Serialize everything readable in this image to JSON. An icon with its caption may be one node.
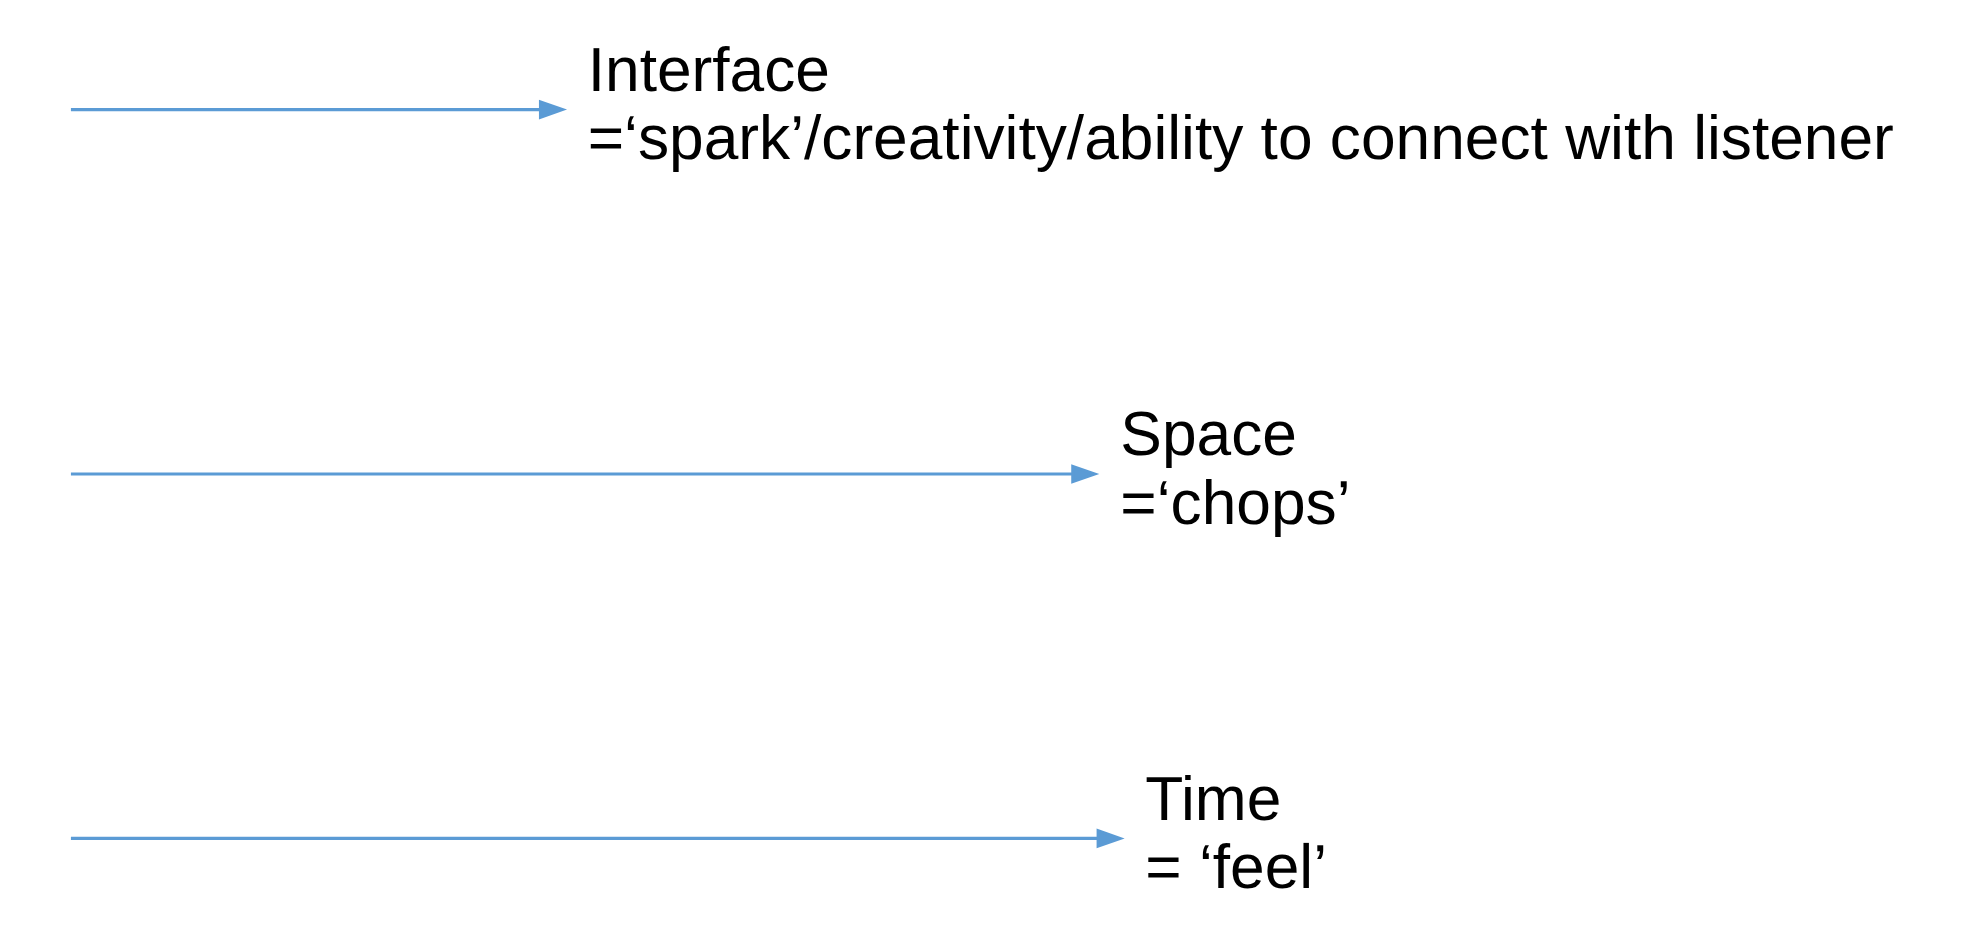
{
  "diagram": {
    "nodes": [
      {
        "text": [
          "Time",
          "= ‘feel’"
        ]
      },
      {
        "text": [
          "Space",
          "=‘chops’"
        ]
      },
      {
        "text": [
          "Interface",
          "=‘spark’/creativity/ability to connect with listener"
        ]
      }
    ],
    "edges": [
      {
        "from": null,
        "to": 0,
        "arrow": "to"
      },
      {
        "from": null,
        "to": 1,
        "arrow": "to"
      },
      {
        "from": null,
        "to": 2,
        "arrow": "to"
      }
    ]
  }
}
